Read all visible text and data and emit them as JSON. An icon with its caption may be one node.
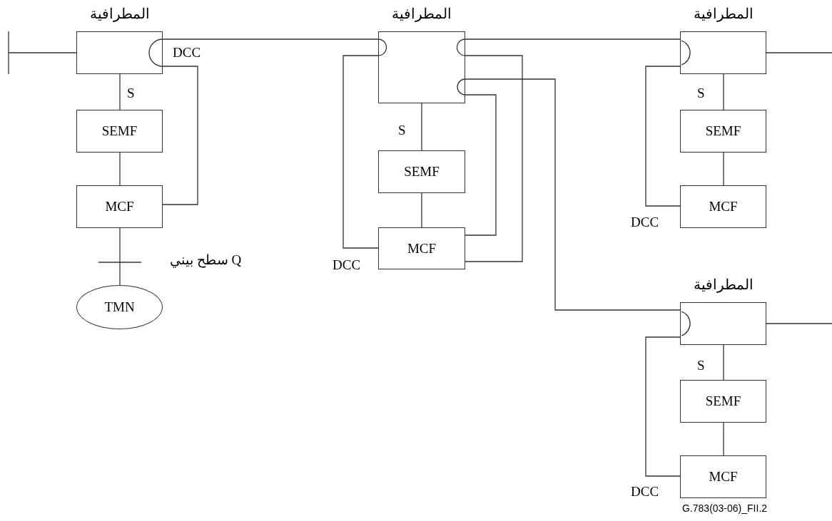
{
  "diagram": {
    "nodes": [
      {
        "text": [
          "المطرافية"
        ]
      },
      {
        "text": [
          "SEMF"
        ]
      },
      {
        "text": [
          "MCF"
        ]
      },
      {
        "text": [
          "TMN"
        ]
      },
      {
        "text": [
          "المطرافية"
        ]
      },
      {
        "text": [
          "SEMF"
        ]
      },
      {
        "text": [
          "MCF"
        ]
      },
      {
        "text": [
          "المطرافية"
        ]
      },
      {
        "text": [
          "SEMF"
        ]
      },
      {
        "text": [
          "MCF"
        ]
      },
      {
        "text": [
          "المطرافية"
        ]
      },
      {
        "text": [
          "SEMF"
        ]
      },
      {
        "text": [
          "MCF"
        ]
      }
    ],
    "edges": [
      {
        "from": null,
        "to": 0,
        "arrow": "other"
      },
      {
        "from": 0,
        "to": 1,
        "arrow": "none",
        "label": "S"
      },
      {
        "from": 1,
        "to": 2,
        "arrow": "none"
      },
      {
        "from": 2,
        "to": 3,
        "arrow": "none",
        "label": "Q سطح بيني"
      },
      {
        "from": 0,
        "to": 4,
        "arrow": "none"
      },
      {
        "from": 0,
        "to": 2,
        "arrow": "none"
      },
      {
        "from": 4,
        "to": 6,
        "arrow": "none"
      },
      {
        "from": 4,
        "to": 5,
        "arrow": "none",
        "label": "S"
      },
      {
        "from": 5,
        "to": 6,
        "arrow": "none"
      },
      {
        "from": 4,
        "to": 7,
        "arrow": "none"
      },
      {
        "from": 4,
        "to": 6,
        "arrow": "none"
      },
      {
        "from": 4,
        "to": 10,
        "arrow": "none"
      },
      {
        "from": 4,
        "to": 6,
        "arrow": "none"
      },
      {
        "from": 7,
        "to": 8,
        "arrow": "none",
        "label": "S"
      },
      {
        "from": 8,
        "to": 9,
        "arrow": "none"
      },
      {
        "from": 7,
        "to": 9,
        "arrow": "none"
      },
      {
        "from": 7,
        "to": null,
        "arrow": "none"
      },
      {
        "from": 10,
        "to": 11,
        "arrow": "none",
        "label": "S"
      },
      {
        "from": 11,
        "to": 12,
        "arrow": "none"
      },
      {
        "from": 10,
        "to": 12,
        "arrow": "none"
      },
      {
        "from": 10,
        "to": null,
        "arrow": "none"
      }
    ],
    "labels": [
      "DCC",
      "DCC",
      "DCC",
      "DCC",
      "G.783(03-06)_FII.2"
    ]
  }
}
